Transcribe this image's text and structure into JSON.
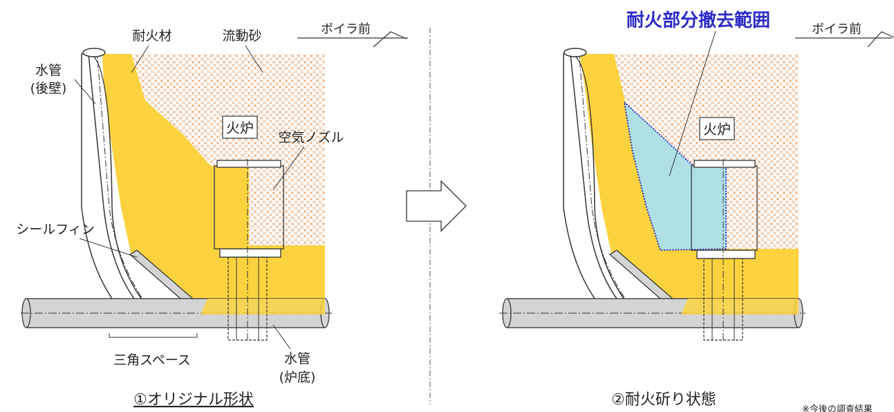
{
  "left_panel": {
    "label_refractory": "耐火材",
    "label_sand": "流動砂",
    "label_boiler_front": "ボイラ前",
    "label_water_pipe_rear_1": "水管",
    "label_water_pipe_rear_2": "(後壁)",
    "label_furnace": "火炉",
    "label_air_nozzle": "空気ノズル",
    "label_seal_fin": "シールフィン",
    "label_triangle_space": "三角スペース",
    "label_water_pipe_bottom_1": "水管",
    "label_water_pipe_bottom_2": "(炉底)",
    "caption": "①オリジナル形状"
  },
  "right_panel": {
    "title_removal_range": "耐火部分撤去範囲",
    "label_boiler_front": "ボイラ前",
    "label_furnace": "火炉",
    "caption": "②耐火斫り状態",
    "footnote": "※今後の調査結果"
  },
  "colors": {
    "refractory": "#FCD33F",
    "sand_hatch": "#E9A16A",
    "removal_fill": "#AEE0E6",
    "removal_outline": "#2B2BC8",
    "title_blue": "#2B2BC8",
    "pipe_fill": "#D4D4D4",
    "line": "#333333"
  }
}
